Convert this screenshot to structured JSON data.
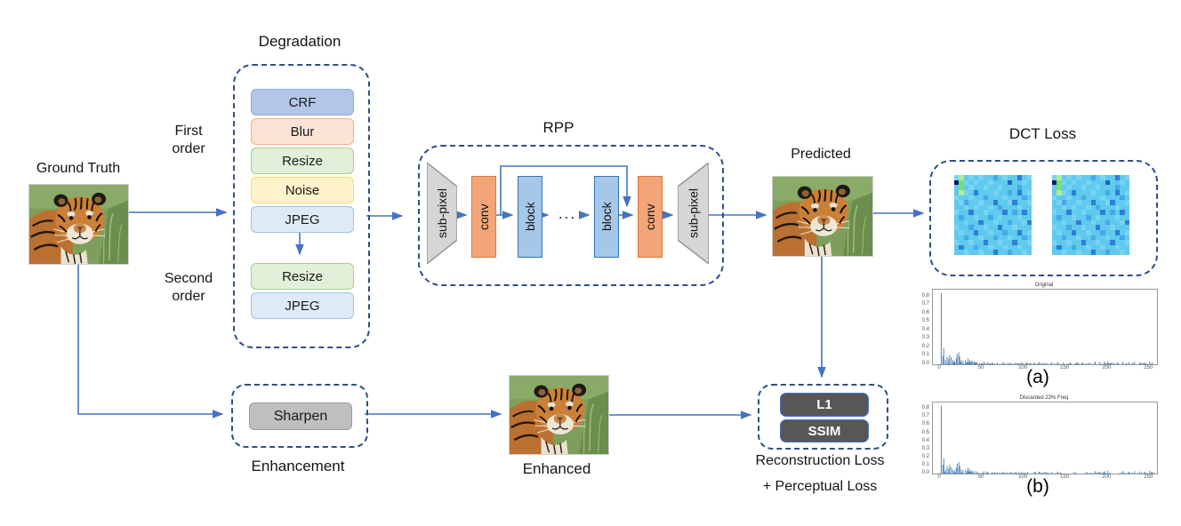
{
  "style": {
    "arrow_color": "#4472C4",
    "dash_color": "#2F4E8C",
    "bar_color": "#3D7AB5"
  },
  "figure": {
    "ground_truth_label": "Ground Truth",
    "predicted_label": "Predicted",
    "enhanced_label": "Enhanced"
  },
  "degradation": {
    "title": "Degradation",
    "first_order_label": "First order",
    "second_order_label": "Second order",
    "first_order_steps": [
      "CRF",
      "Blur",
      "Resize",
      "Noise",
      "JPEG"
    ],
    "second_order_steps": [
      "Resize",
      "JPEG"
    ],
    "step_colors": [
      {
        "step": "CRF",
        "fill": "#B3C6E7",
        "border": "#8EAADB"
      },
      {
        "step": "Blur",
        "fill": "#FBE3D5",
        "border": "#F2B183"
      },
      {
        "step": "Resize",
        "fill": "#E2F0D9",
        "border": "#A8D08D"
      },
      {
        "step": "Noise",
        "fill": "#FEF2CB",
        "border": "#FFD965"
      },
      {
        "step": "JPEG",
        "fill": "#DEEBF7",
        "border": "#9CC3E5"
      }
    ]
  },
  "rpp": {
    "title": "RPP",
    "layers": [
      "sub-pixel",
      "conv",
      "block",
      "...",
      "block",
      "conv",
      "sub-pixel"
    ],
    "colors": {
      "subpixel_fill": "#D6D6D6",
      "subpixel_border": "#979797",
      "conv_fill": "#F2A578",
      "conv_border": "#E0763B",
      "block_fill": "#A6C7E7",
      "block_border": "#2E75B6"
    }
  },
  "dct_loss": {
    "title": "DCT Loss",
    "heatmap_palette": {
      "a": "#5FC9EE",
      "b": "#79D4F1",
      "c": "#45A9E6",
      "d": "#2E7ED6",
      "e": "#1E5FC0",
      "g": "#7ADF72",
      "h": "#B2EC8B",
      "n": "#0A1A6E"
    },
    "heatmap_grid": [
      "bhababaacabaadab",
      "ngbabaabaaaeaaba",
      "agabaabaabaaacaa",
      "ahbadaaabaacadab",
      "baabaacaaabaaaca",
      "abcaabaadaabdaab",
      "aababaabacaaabaa",
      "baadaabaaadacada",
      "acaabaacabaaabaa",
      "aabaadaabaacaabd",
      "baacaabaadaabaaa",
      "abaadaabaacaadab",
      "aacaabaacaabaaca",
      "baabaadaabaadaab",
      "adaacaabaabaabaa",
      "aabaabaadaacaaba"
    ]
  },
  "enhancement": {
    "title": "Enhancement",
    "step_label": "Sharpen",
    "step_fill": "#BFBFBF",
    "step_border": "#9A9A9A"
  },
  "loss": {
    "items": [
      "L1",
      "SSIM"
    ],
    "item_fill": "#575757",
    "item_text": "#FFFFFF",
    "caption_line1": "Reconstruction Loss",
    "caption_line2": "+ Perceptual Loss"
  },
  "chart_data": [
    {
      "type": "bar",
      "title": "Original",
      "label": "(a)",
      "xlabel": "",
      "ylabel": "",
      "x_range": [
        0,
        255
      ],
      "ylim": [
        0,
        0.88
      ],
      "yticks": [
        0.0,
        0.1,
        0.2,
        0.3,
        0.4,
        0.5,
        0.6,
        0.7,
        0.8
      ],
      "xticks": [
        0,
        50,
        100,
        150,
        200,
        250
      ],
      "noise_max": 0.016,
      "noise_seed": 7,
      "gaps": [],
      "peaks": [
        [
          1,
          0.84
        ],
        [
          3,
          0.1
        ],
        [
          4,
          0.19
        ],
        [
          6,
          0.05
        ],
        [
          8,
          0.09
        ],
        [
          10,
          0.06
        ],
        [
          11,
          0.11
        ],
        [
          13,
          0.08
        ],
        [
          15,
          0.05
        ],
        [
          17,
          0.04
        ],
        [
          19,
          0.07
        ],
        [
          20,
          0.12
        ],
        [
          22,
          0.14
        ],
        [
          23,
          0.09
        ],
        [
          25,
          0.05
        ],
        [
          27,
          0.04
        ],
        [
          30,
          0.05
        ],
        [
          33,
          0.07
        ],
        [
          35,
          0.05
        ],
        [
          38,
          0.04
        ],
        [
          41,
          0.03
        ],
        [
          44,
          0.025
        ],
        [
          52,
          0.03
        ],
        [
          56,
          0.025
        ],
        [
          62,
          0.02
        ],
        [
          68,
          0.02
        ],
        [
          75,
          0.025
        ],
        [
          83,
          0.02
        ],
        [
          90,
          0.02
        ],
        [
          97,
          0.025
        ],
        [
          104,
          0.02
        ],
        [
          112,
          0.02
        ],
        [
          118,
          0.025
        ],
        [
          125,
          0.02
        ],
        [
          133,
          0.02
        ],
        [
          140,
          0.025
        ],
        [
          147,
          0.02
        ],
        [
          155,
          0.02
        ],
        [
          163,
          0.025
        ],
        [
          170,
          0.02
        ],
        [
          178,
          0.02
        ],
        [
          185,
          0.03
        ],
        [
          190,
          0.025
        ],
        [
          196,
          0.03
        ],
        [
          200,
          0.035
        ],
        [
          205,
          0.02
        ],
        [
          212,
          0.025
        ],
        [
          218,
          0.03
        ],
        [
          225,
          0.025
        ],
        [
          232,
          0.03
        ],
        [
          238,
          0.025
        ],
        [
          244,
          0.02
        ],
        [
          250,
          0.035
        ],
        [
          253,
          0.02
        ]
      ]
    },
    {
      "type": "bar",
      "title": "Discarded 23% Freq",
      "label": "(b)",
      "xlabel": "",
      "ylabel": "",
      "x_range": [
        0,
        255
      ],
      "ylim": [
        0,
        0.88
      ],
      "yticks": [
        0.0,
        0.1,
        0.2,
        0.3,
        0.4,
        0.5,
        0.6,
        0.7,
        0.8
      ],
      "xticks": [
        0,
        50,
        100,
        150,
        200,
        250
      ],
      "noise_max": 0.016,
      "noise_seed": 13,
      "gaps": [
        [
          146,
          158
        ],
        [
          164,
          172
        ],
        [
          205,
          212
        ]
      ],
      "peaks": [
        [
          1,
          0.84
        ],
        [
          3,
          0.11
        ],
        [
          4,
          0.19
        ],
        [
          6,
          0.05
        ],
        [
          8,
          0.09
        ],
        [
          10,
          0.06
        ],
        [
          11,
          0.11
        ],
        [
          13,
          0.08
        ],
        [
          15,
          0.05
        ],
        [
          17,
          0.04
        ],
        [
          19,
          0.07
        ],
        [
          20,
          0.12
        ],
        [
          22,
          0.14
        ],
        [
          23,
          0.09
        ],
        [
          25,
          0.05
        ],
        [
          27,
          0.04
        ],
        [
          30,
          0.05
        ],
        [
          33,
          0.07
        ],
        [
          35,
          0.05
        ],
        [
          38,
          0.04
        ],
        [
          41,
          0.03
        ],
        [
          44,
          0.025
        ],
        [
          52,
          0.03
        ],
        [
          56,
          0.025
        ],
        [
          62,
          0.02
        ],
        [
          68,
          0.02
        ],
        [
          75,
          0.025
        ],
        [
          83,
          0.02
        ],
        [
          90,
          0.02
        ],
        [
          97,
          0.025
        ],
        [
          104,
          0.02
        ],
        [
          112,
          0.02
        ],
        [
          118,
          0.025
        ],
        [
          125,
          0.02
        ],
        [
          133,
          0.02
        ],
        [
          140,
          0.025
        ],
        [
          160,
          0.02
        ],
        [
          175,
          0.02
        ],
        [
          185,
          0.03
        ],
        [
          190,
          0.025
        ],
        [
          196,
          0.03
        ],
        [
          200,
          0.035
        ],
        [
          218,
          0.03
        ],
        [
          225,
          0.025
        ],
        [
          232,
          0.03
        ],
        [
          238,
          0.025
        ],
        [
          244,
          0.02
        ],
        [
          250,
          0.035
        ],
        [
          253,
          0.02
        ]
      ]
    }
  ]
}
